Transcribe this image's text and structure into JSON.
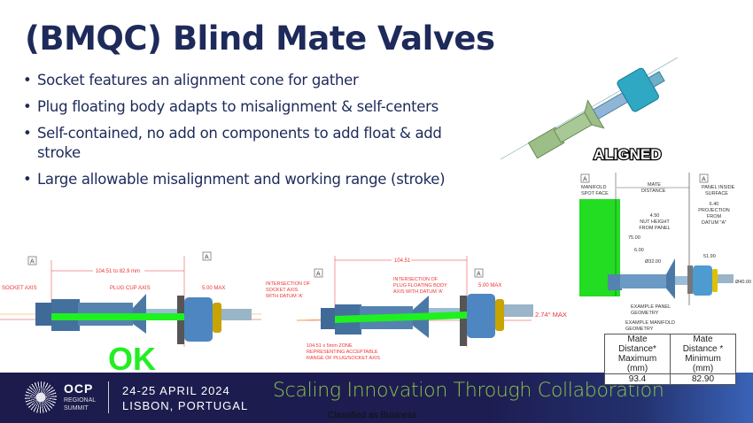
{
  "title": "(BMQC) Blind Mate Valves",
  "bullets": [
    "Socket features an alignment cone for gather",
    "Plug floating body adapts to misalignment & self-centers",
    "Self-contained, no add on components to add float & add stroke",
    "Large allowable misalignment and working range (stroke)"
  ],
  "aligned_image": {
    "label": "ALIGNED"
  },
  "diagram_ok": {
    "datum": "A",
    "dimension": "104.51 to 82.9 mm",
    "socket_axis": "SOCKET AXIS",
    "plug_axis": "PLUG CUP AXIS",
    "max": "5.00 MAX",
    "verdict": "OK"
  },
  "diagram_misaligned": {
    "datum": "A",
    "dimension": "104.51",
    "socket_note": [
      "INTERSECTION OF",
      "SOCKET AXIS",
      "WITH DATUM 'A'"
    ],
    "plug_note": [
      "INTERSECTION OF",
      "PLUG FLOATING BODY",
      "AXIS WITH DATUM 'A'"
    ],
    "max": "5.00 MAX",
    "angle": "2.74° MAX",
    "zone_note": [
      "104.51 x 5mm ZONE",
      "REPRESENTING ACCEPTABLE",
      "RANGE OF PLUG/SOCKET AXIS"
    ]
  },
  "diagram_mate": {
    "datum": "A",
    "manifold": [
      "MANIFOLD",
      "SPOT FACE"
    ],
    "mate_distance": [
      "MATE",
      "DISTANCE"
    ],
    "panel": [
      "PANEL INSIDE",
      "SURFACE"
    ],
    "projection": [
      "6.40",
      "PROJECTION",
      "FROM",
      "DATUM \"A\""
    ],
    "nut": [
      "4.50",
      "NUT HEIGHT",
      "FROM PANEL"
    ],
    "d75": "75.00",
    "d6": "6.00",
    "d32": "Ø32.00",
    "d51": "51.90",
    "d40": "Ø40.00",
    "panel_geom": [
      "EXAMPLE PANEL",
      "GEOMETRY"
    ],
    "manifold_geom": [
      "EXAMPLE MANIFOLD",
      "GEOMETRY"
    ]
  },
  "mate_table": {
    "headers": [
      [
        "Mate Distance*",
        "Maximum (mm)"
      ],
      [
        "Mate Distance *",
        "Minimum (mm)"
      ]
    ],
    "values": [
      "93.4",
      "82.90"
    ]
  },
  "footer": {
    "org": "OCP",
    "org_sub1": "REGIONAL",
    "org_sub2": "SUMMIT",
    "date": "24-25 APRIL 2024",
    "location": "LISBON, PORTUGAL",
    "tagline": "Scaling Innovation Through Collaboration",
    "classification": "Classified as Business"
  }
}
